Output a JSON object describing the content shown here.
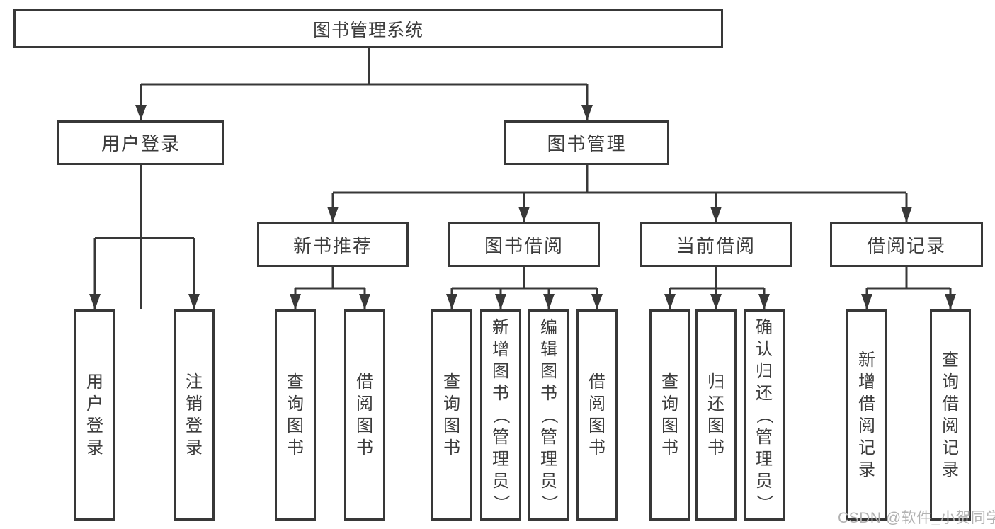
{
  "diagram": {
    "title": "图书管理系统",
    "tree": {
      "label": "图书管理系统",
      "children": [
        {
          "label": "用户登录",
          "children": [
            {
              "label": "用户登录"
            },
            {
              "label": "注销登录"
            }
          ]
        },
        {
          "label": "图书管理",
          "children": [
            {
              "label": "新书推荐",
              "children": [
                {
                  "label": "查询图书"
                },
                {
                  "label": "借阅图书"
                }
              ]
            },
            {
              "label": "图书借阅",
              "children": [
                {
                  "label": "查询图书"
                },
                {
                  "label": "新增图书（管理员）"
                },
                {
                  "label": "编辑图书（管理员）"
                },
                {
                  "label": "借阅图书"
                }
              ]
            },
            {
              "label": "当前借阅",
              "children": [
                {
                  "label": "查询图书"
                },
                {
                  "label": "归还图书"
                },
                {
                  "label": "确认归还（管理员）"
                }
              ]
            },
            {
              "label": "借阅记录",
              "children": [
                {
                  "label": "新增借阅记录"
                },
                {
                  "label": "查询借阅记录"
                }
              ]
            }
          ]
        }
      ]
    },
    "watermark": "CSDN @软件_小贺同学"
  },
  "colors": {
    "line": "#383838",
    "text": "#3c3c3c",
    "watermark": "#b2b2b2",
    "background": "#ffffff"
  }
}
